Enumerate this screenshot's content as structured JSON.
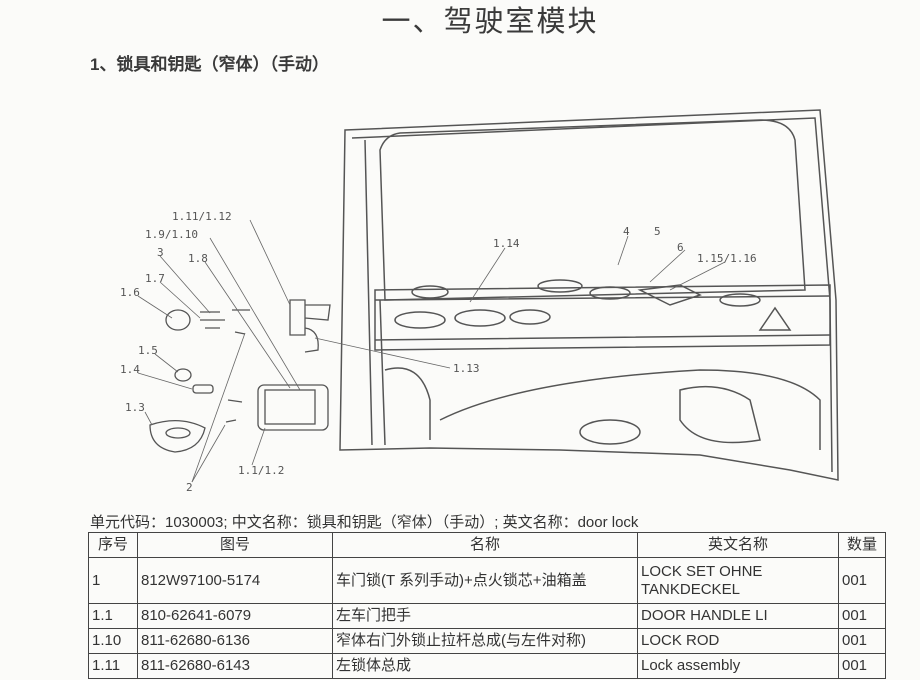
{
  "title": "一、驾驶室模块",
  "subtitle": "1、锁具和钥匙（窄体）（手动）",
  "diagram": {
    "labels": [
      "1.11/1.12",
      "1.9/1.10",
      "3",
      "1.8",
      "1.7",
      "1.6",
      "1.5",
      "1.4",
      "1.3",
      "1.1/1.2",
      "2",
      "1.13",
      "1.14",
      "4",
      "5",
      "6",
      "1.15/1.16"
    ]
  },
  "caption": "单元代码：1030003; 中文名称：锁具和钥匙（窄体）（手动）; 英文名称：door lock",
  "table": {
    "headers": [
      "序号",
      "图号",
      "名称",
      "英文名称",
      "数量"
    ],
    "rows": [
      [
        "1",
        "812W97100-5174",
        "车门锁(T 系列手动)+点火锁芯+油箱盖",
        "LOCK SET  OHNE TANKDECKEL",
        "001"
      ],
      [
        "1.1",
        "810-62641-6079",
        "左车门把手",
        "DOOR HANDLE  LI",
        "001"
      ],
      [
        "1.10",
        "811-62680-6136",
        "窄体右门外锁止拉杆总成(与左件对称)",
        "LOCK ROD",
        "001"
      ],
      [
        "1.11",
        "811-62680-6143",
        "左锁体总成",
        "Lock assembly",
        "001"
      ]
    ]
  }
}
